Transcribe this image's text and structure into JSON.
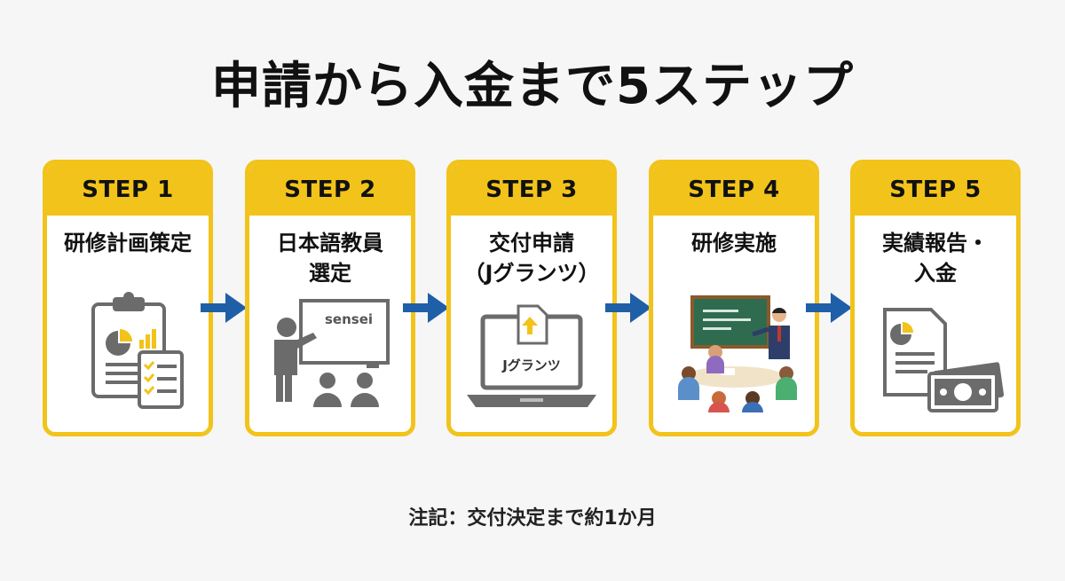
{
  "title": "申請から入金まで5ステップ",
  "steps": [
    {
      "step": "STEP 1",
      "label_lines": [
        "研修計画策定"
      ],
      "icon": "clipboard-chart-icon"
    },
    {
      "step": "STEP 2",
      "label_lines": [
        "日本語教員",
        "選定"
      ],
      "icon": "teacher-board-icon",
      "board_text": "sensei"
    },
    {
      "step": "STEP 3",
      "label_lines": [
        "交付申請",
        "（Jグランツ）"
      ],
      "icon": "laptop-upload-icon",
      "screen_text": "Jグランツ"
    },
    {
      "step": "STEP 4",
      "label_lines": [
        "研修実施"
      ],
      "icon": "classroom-icon"
    },
    {
      "step": "STEP 5",
      "label_lines": [
        "実績報告・",
        "入金"
      ],
      "icon": "report-money-icon"
    }
  ],
  "note": "注記：交付決定まで約1か月",
  "colors": {
    "accent": "#f2c31a",
    "arrow": "#1f5fa8",
    "icon_gray": "#6b6b6b",
    "background": "#f6f6f6"
  }
}
